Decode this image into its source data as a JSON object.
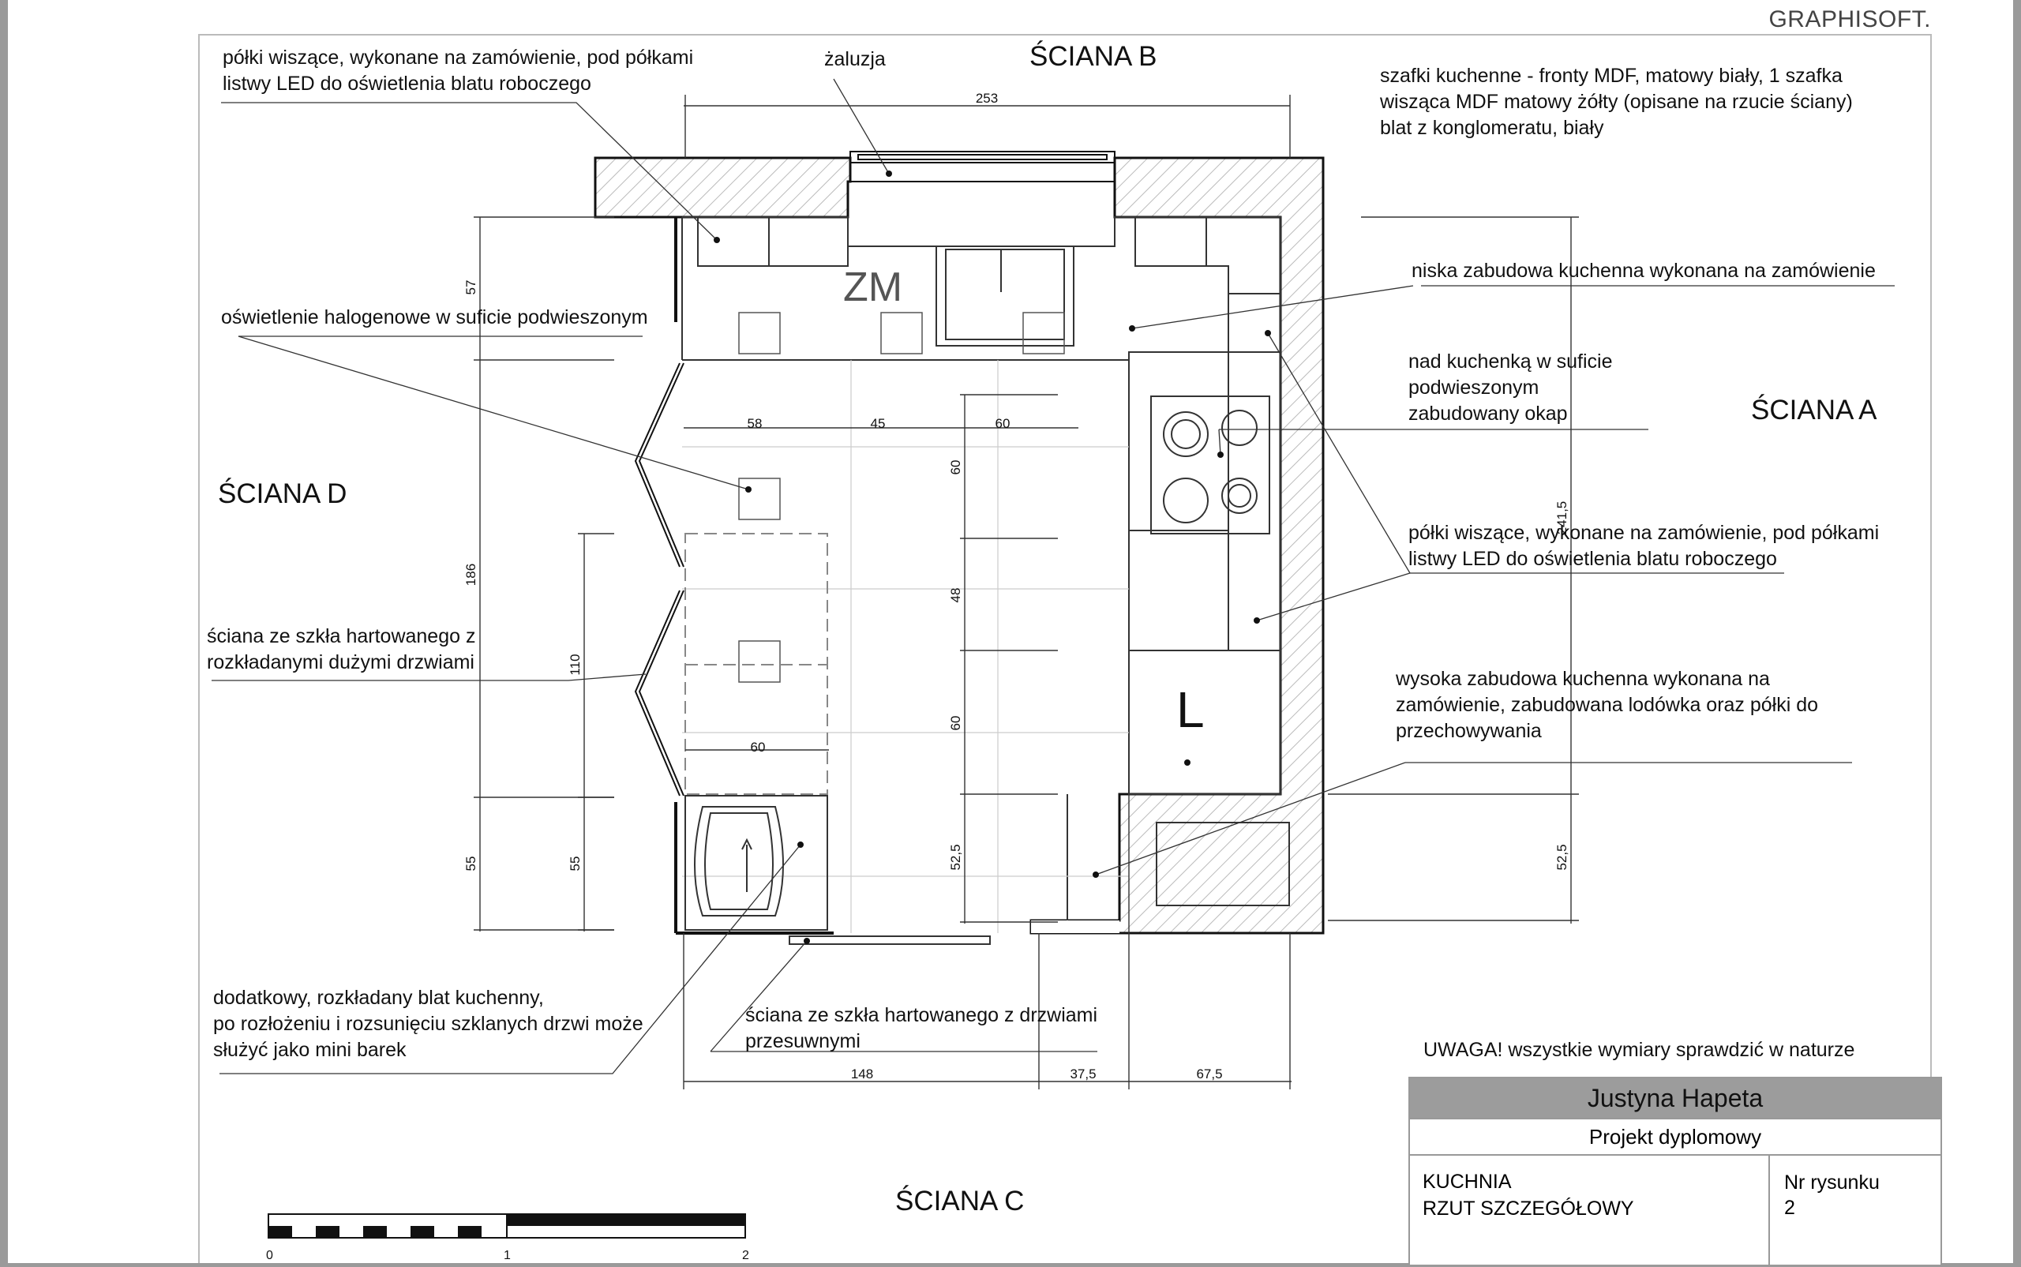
{
  "brand": "GRAPHISOFT.",
  "walls": {
    "a": "ŚCIANA A",
    "b": "ŚCIANA B",
    "c": "ŚCIANA C",
    "d": "ŚCIANA D"
  },
  "zone_labels": {
    "zm": "ZM",
    "l": "L"
  },
  "annotations": {
    "shelves_top_left": "półki wiszące, wykonane na zamówienie, pod półkami\nlistwy LED do oświetlenia blatu roboczego",
    "blind": "żaluzja",
    "cabinets": "szafki kuchenne - fronty MDF, matowy biały, 1 szafka\nwisząca MDF matowy żółty (opisane na rzucie ściany)\nblat z konglomeratu, biały",
    "low_units": "niska zabudowa kuchenna wykonana na zamówienie",
    "halogen": "oświetlenie halogenowe w suficie podwieszonym",
    "hood": "nad kuchenką w suficie\npodwieszonym\nzabudowany okap",
    "shelves_right": "półki wiszące, wykonane na zamówienie, pod półkami\nlistwy LED do oświetlenia blatu roboczego",
    "glass_wall_doors": "ściana ze szkła hartowanego z\nrozkładanymi dużymi drzwiami",
    "tall_units": "wysoka zabudowa kuchenna wykonana na\nzamówienie, zabudowana lodówka oraz półki do\nprzechowywania",
    "folding_counter": "dodatkowy, rozkładany blat kuchenny,\npo rozłożeniu i rozsunięciu szklanych drzwi może\nsłużyć jako mini barek",
    "glass_wall_sliding": "ściana ze szkła hartowanego z drzwiami\nprzesuwnymi"
  },
  "dimensions": {
    "top_253": "253",
    "left_57": "57",
    "left_186": "186",
    "left_55": "55",
    "inner_110": "110",
    "inner_55": "55",
    "h_58": "58",
    "h_45": "45",
    "h_60": "60",
    "v_60a": "60",
    "v_48": "48",
    "v_60b": "60",
    "v_52_5": "52,5",
    "bench_60": "60",
    "right_241_5": "241,5",
    "right_52_5": "52,5",
    "bottom_148": "148",
    "bottom_37_5": "37,5",
    "bottom_67_5": "67,5"
  },
  "warning": "UWAGA! wszystkie wymiary sprawdzić w naturze",
  "title_block": {
    "author": "Justyna Hapeta",
    "project": "Projekt dyplomowy",
    "sheet_title": "KUCHNIA\nRZUT SZCZEGÓŁOWY",
    "nr_label": "Nr rysunku",
    "nr_value": "2"
  },
  "scale_bar": {
    "labels": [
      "0",
      "1",
      "2"
    ]
  }
}
